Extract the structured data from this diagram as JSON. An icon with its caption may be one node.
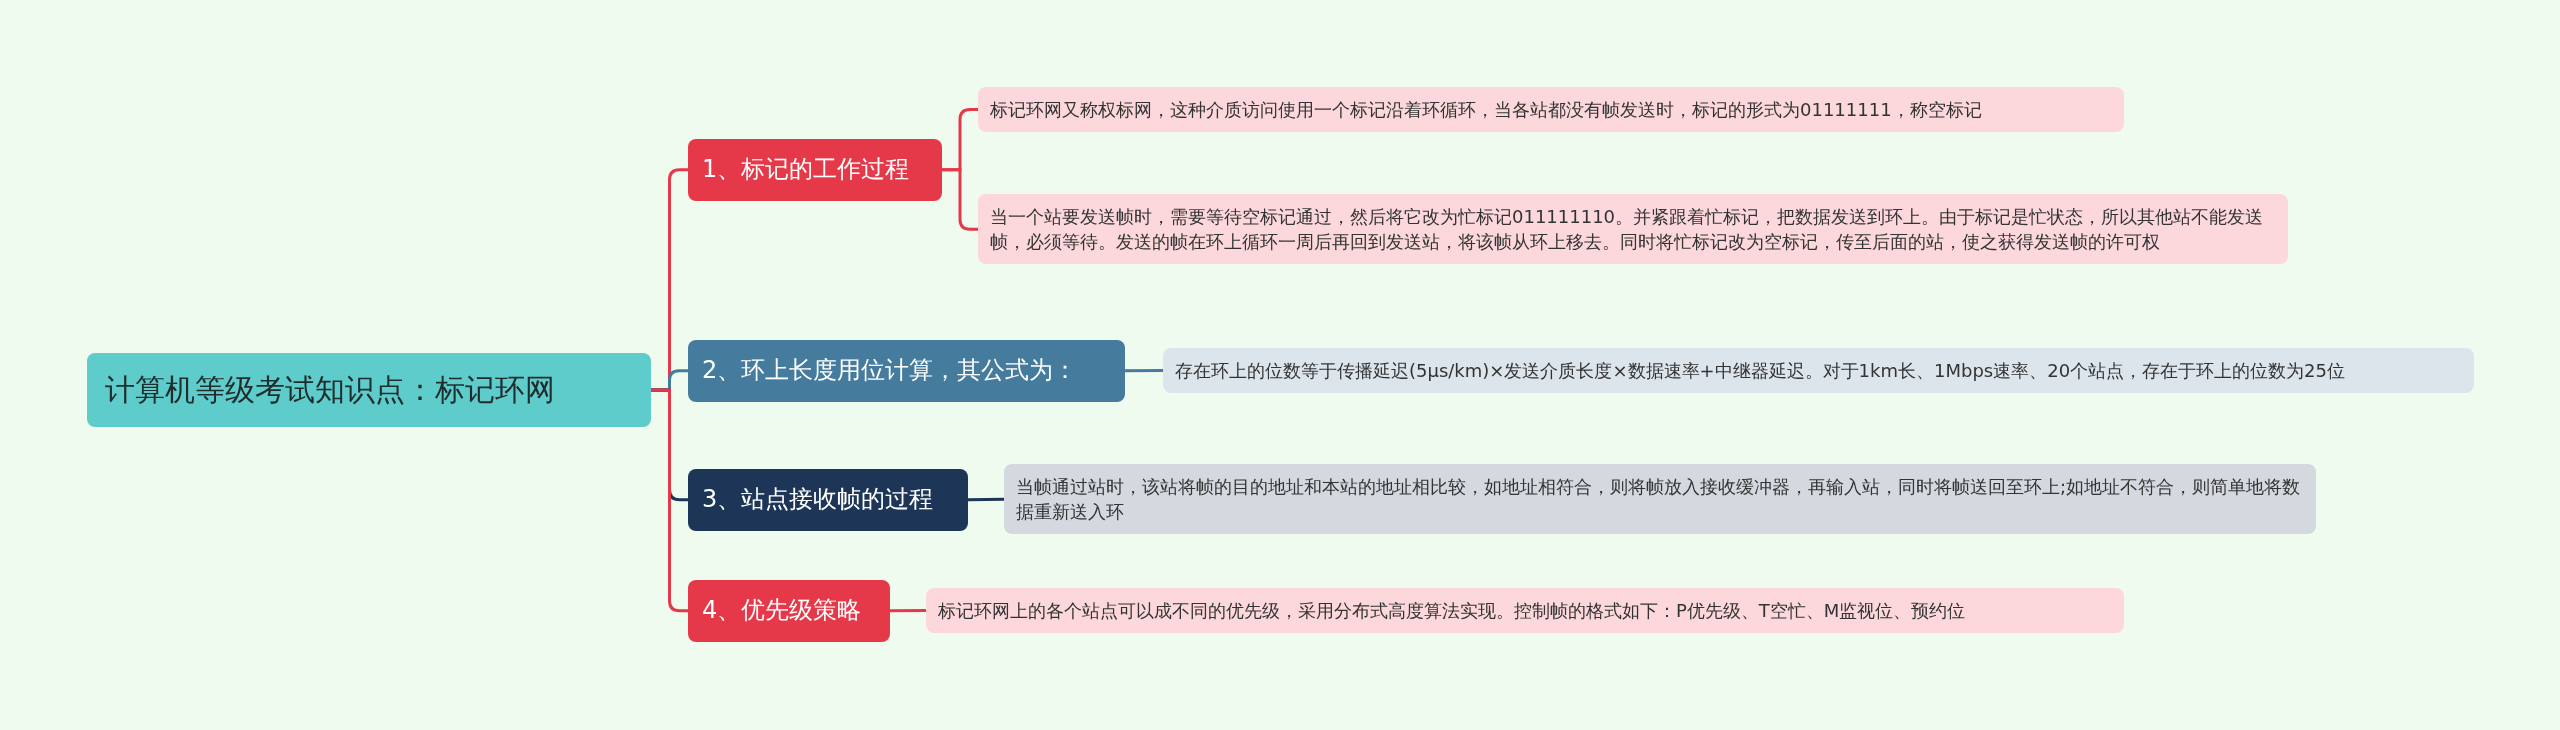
{
  "diagram": {
    "nodes": [
      {
        "text": [
          "计算机等级考试知识点：标记环网"
        ]
      },
      {
        "text": [
          "1、标记的工作过程"
        ]
      },
      {
        "text": [
          "标记环网又称权标网，这种介质访问使用一个标记沿着环循环，当各站都没有帧发送时，标记的形式为01111111，称空标记"
        ]
      },
      {
        "text": [
          "当一个站要发送帧时，需要等待空标记通过，然后将它改为忙标记011111110。并紧跟着忙标记，把数据发送到环上。由于标记是忙状态，所以其他站不能发送帧，必须等待。发送的帧在环上循环一周后再回到发送站，将该帧从环上移去。同时将忙标记改为空标记，传至后面的站，使之获得发送帧的许可权"
        ]
      },
      {
        "text": [
          "2、环上长度用位计算，其公式为："
        ]
      },
      {
        "text": [
          "存在环上的位数等于传播延迟(5μs/km)×发送介质长度×数据速率+中继器延迟。对于1km长、1Mbps速率、20个站点，存在于环上的位数为25位"
        ]
      },
      {
        "text": [
          "3、站点接收帧的过程"
        ]
      },
      {
        "text": [
          "当帧通过站时，该站将帧的目的地址和本站的地址相比较，如地址相符合，则将帧放入接收缓冲器，再输入站，同时将帧送回至环上;如地址不符合，则简单地将数据重新送入环"
        ]
      },
      {
        "text": [
          "4、优先级策略"
        ]
      },
      {
        "text": [
          "标记环网上的各个站点可以成不同的优先级，采用分布式高度算法实现。控制帧的格式如下：P优先级、T空忙、M监视位、预约位"
        ]
      }
    ],
    "edges": [
      {
        "from": 0,
        "to": 1,
        "arrow": "none"
      },
      {
        "from": 1,
        "to": 2,
        "arrow": "none"
      },
      {
        "from": 1,
        "to": 3,
        "arrow": "none"
      },
      {
        "from": 0,
        "to": 4,
        "arrow": "none",
        "color": "#457b9d"
      },
      {
        "from": 4,
        "to": 5,
        "arrow": "none",
        "color": "#457b9d"
      },
      {
        "from": 0,
        "to": 6,
        "arrow": "none",
        "color": "#1d3557"
      },
      {
        "from": 6,
        "to": 7,
        "arrow": "none",
        "color": "#1d3557"
      },
      {
        "from": 0,
        "to": 8,
        "arrow": "none"
      },
      {
        "from": 8,
        "to": 9,
        "arrow": "none"
      }
    ]
  }
}
